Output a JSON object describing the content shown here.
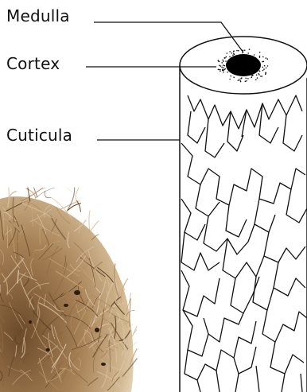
{
  "labels": {
    "medulla": "Medulla",
    "cortex": "Cortex",
    "cuticula": "Cuticula"
  },
  "colors": {
    "line": "#111111",
    "medulla_fill": "#000000",
    "fiber_light": "#d8c3a5",
    "fiber_mid": "#b08a5e",
    "fiber_dark": "#5e4226",
    "background": "#ffffff"
  },
  "photo": {
    "subject": "hair-ball-photo"
  }
}
